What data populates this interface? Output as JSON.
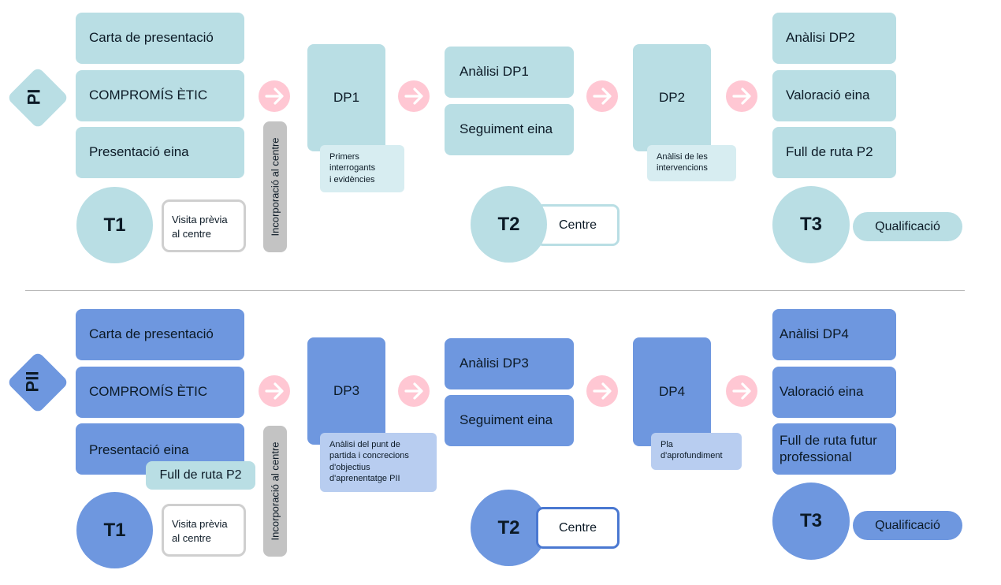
{
  "colors": {
    "phase1": "#b9dee4",
    "phase2": "#6e97df",
    "arrow_pink": "#ffc7d3",
    "note_light": "#d7edf1",
    "note_dark": "#b8cdf0",
    "vertical_bar": "#c3c3c3"
  },
  "phase1": {
    "label": "PI",
    "boxes": [
      "Carta de presentació",
      "COMPROMÍS ÈTIC",
      "Presentació eina"
    ],
    "incorporation": "Incorporació al centre",
    "t1": "T1",
    "visit": [
      "Visita prèvia",
      "al centre"
    ],
    "dp1": "DP1",
    "dp1_note": [
      "Primers",
      "interrogants",
      "i evidències"
    ],
    "mid_boxes": [
      "Anàlisi DP1",
      "Seguiment eina"
    ],
    "t2": "T2",
    "centre": "Centre",
    "dp2": "DP2",
    "dp2_note": [
      "Anàlisi de les",
      "intervencions"
    ],
    "end_boxes": [
      "Anàlisi DP2",
      "Valoració eina",
      "Full de ruta P2"
    ],
    "t3": "T3",
    "qualification": "Qualificació"
  },
  "phase2": {
    "label": "PII",
    "boxes": [
      "Carta de presentació",
      "COMPROMÍS ÈTIC",
      "Presentació eina"
    ],
    "route_tag": "Full de ruta P2",
    "incorporation": "Incorporació al centre",
    "t1": "T1",
    "visit": [
      "Visita prèvia",
      "al centre"
    ],
    "dp3": "DP3",
    "dp3_note": [
      "Anàlisi del punt de",
      "partida i concrecions",
      "d'objectius",
      "d'aprenentatge PII"
    ],
    "mid_boxes": [
      "Anàlisi DP3",
      "Seguiment eina"
    ],
    "t2": "T2",
    "centre": "Centre",
    "dp4": "DP4",
    "dp4_note": [
      "Pla",
      "d'aprofundiment"
    ],
    "end_boxes": [
      "Anàlisi DP4",
      "Valoració eina",
      "Full de ruta futur professional"
    ],
    "t3": "T3",
    "qualification": "Qualificació"
  }
}
